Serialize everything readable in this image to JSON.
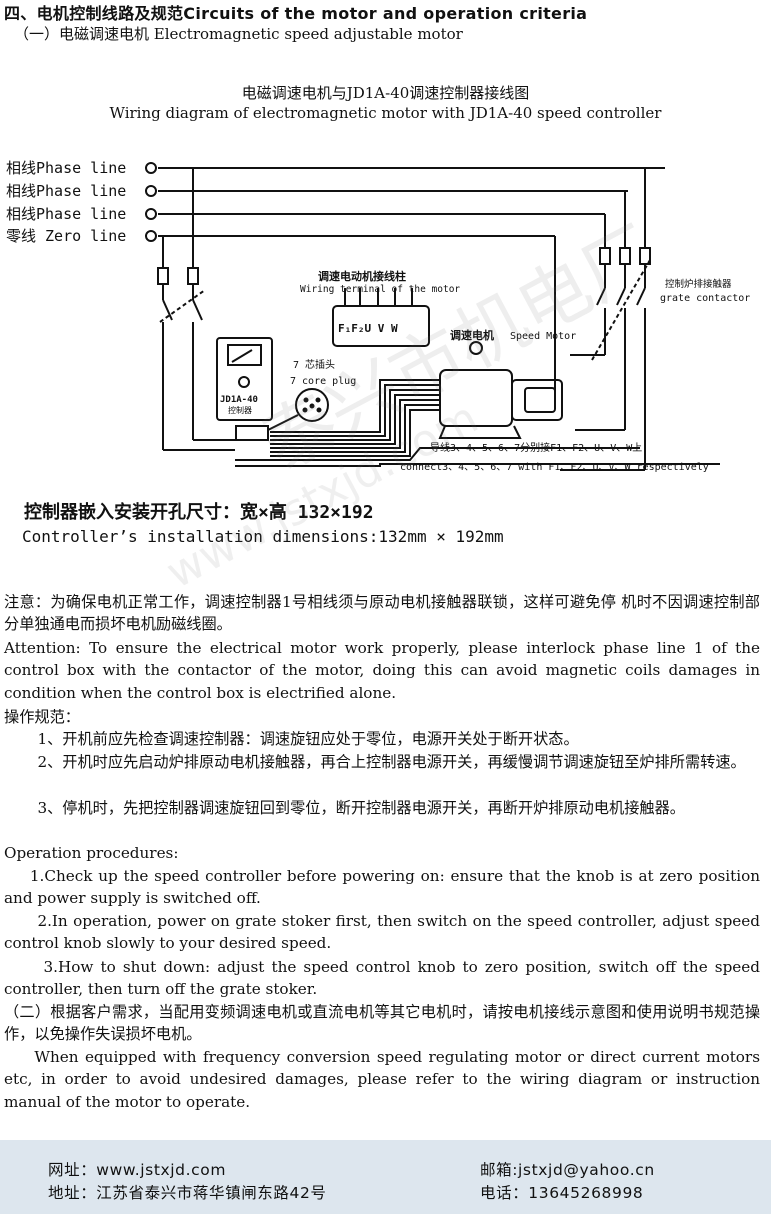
{
  "header": {
    "section_title": "四、电机控制线路及规范Circuits of the motor and operation criteria",
    "subsection_title": "（一）电磁调速电机 Electromagnetic speed adjustable motor"
  },
  "diagram": {
    "title_cn": "电磁调速电机与JD1A-40调速控制器接线图",
    "title_en": "Wiring diagram of electromagnetic motor with JD1A-40 speed controller",
    "line1": "相线Phase line",
    "line2": "相线Phase line",
    "line3": "相线Phase line",
    "line4": "零线 Zero line",
    "terminal_cn": "调速电动机接线柱",
    "terminal_en": "Wiring terminal of the motor",
    "terminal_labels": "F₁F₂U V W",
    "motor_label_cn": "调速电机",
    "motor_label_en": "Speed Motor",
    "controller_model": "JD1A-40",
    "controller_sub": "控制器",
    "plug_cn": "7 芯插头",
    "plug_en": "7 core plug",
    "contactor_cn": "控制炉排接触器",
    "contactor_en": "grate contactor",
    "connect_cn": "导线3、4、5、6、7分别接F1、F2、U、V、W上",
    "connect_en": "connect3、4、5、6、7 with F1、F2、U、V、W respectively",
    "install_cn": "控制器嵌入安装开孔尺寸：宽×高 132×192",
    "install_en": "Controller’s installation dimensions:132mm × 192mm"
  },
  "notes": {
    "attention_cn": "注意：为确保电机正常工作，调速控制器1号相线须与原动电机接触器联锁，这样可避免停 机时不因调速控制部分单独通电而损坏电机励磁线圈。",
    "attention_en": "Attention: To ensure the electrical motor work properly, please interlock phase line 1 of the control box with the contactor of the motor, doing this can avoid magnetic coils damages in condition when the control box is electrified alone.",
    "procedure_cn_title": "操作规范：",
    "procedure_cn_1": "1、开机前应先检查调速控制器：调速旋钮应处于零位，电源开关处于断开状态。",
    "procedure_cn_2": "2、开机时应先启动炉排原动电机接触器，再合上控制器电源开关，再缓慢调节调速旋钮至炉排所需转速。",
    "procedure_cn_3": "3、停机时，先把控制器调速旋钮回到零位，断开控制器电源开关，再断开炉排原动电机接触器。",
    "procedure_en_title": "Operation procedures:",
    "procedure_en_1": "1.Check up the speed controller before powering on: ensure that the knob is at zero position and power supply is switched off.",
    "procedure_en_2": "2.In operation, power on grate stoker first, then switch on the speed controller, adjust speed control knob slowly to your desired speed.",
    "procedure_en_3": "3.How to shut down: adjust the speed control knob to zero position, switch off the speed controller, then turn off the grate stoker.",
    "section2_cn": "（二）根据客户需求，当配用变频调速电机或直流电机等其它电机时，请按电机接线示意图和使用说明书规范操作，以免操作失误损坏电机。",
    "section2_en": "When equipped with frequency conversion speed regulating motor or direct current motors etc, in order to avoid undesired damages, please refer to the wiring diagram or instruction manual of the motor to operate."
  },
  "footer": {
    "website": "网址：www.jstxjd.com",
    "address": "地址：江苏省泰兴市蒋华镇闸东路42号",
    "email": "邮箱:jstxjd@yahoo.cn",
    "phone": "电话：13645268998"
  },
  "watermark": {
    "text_cn": "泰兴市机电厂",
    "text_url": "www.jstxjd.com"
  }
}
